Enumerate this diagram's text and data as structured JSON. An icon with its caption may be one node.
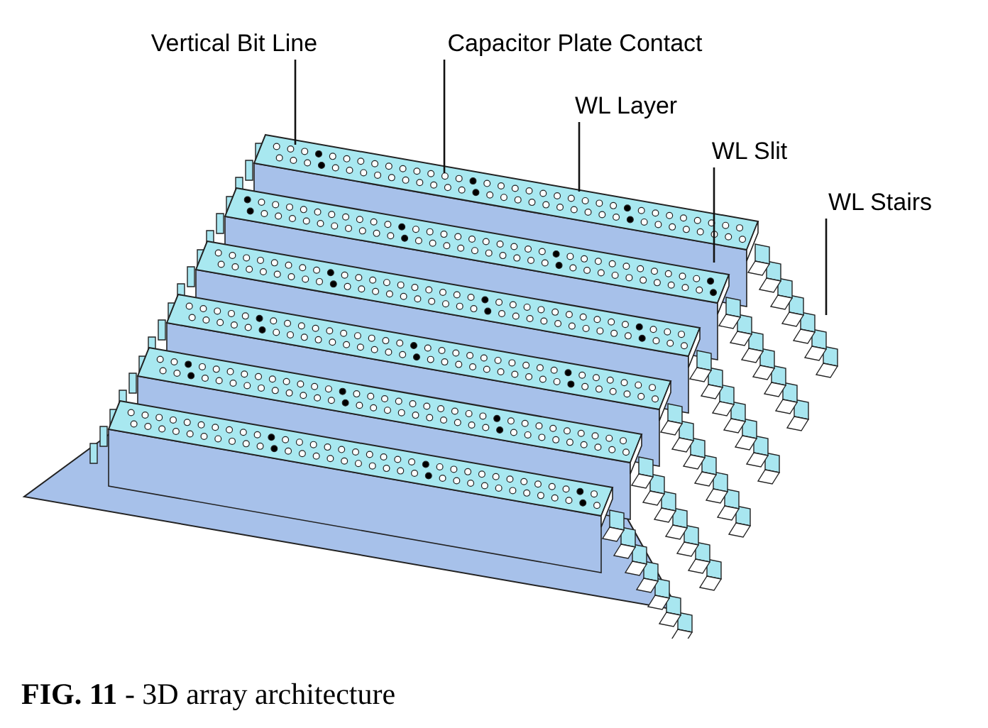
{
  "diagram": {
    "caption": "**FIG. 11** - 3D array architecture",
    "nodes": [
      {
        "text": [
          "Vertical Bit Line"
        ]
      },
      {
        "text": [
          "Capacitor Plate Contact"
        ]
      },
      {
        "text": [
          "WL Layer"
        ]
      },
      {
        "text": [
          "WL Slit"
        ]
      },
      {
        "text": [
          "WL Stairs"
        ]
      }
    ],
    "edges": [
      {
        "from": 0,
        "to": null,
        "arrow": "none"
      },
      {
        "from": 1,
        "to": null,
        "arrow": "none"
      },
      {
        "from": 2,
        "to": null,
        "arrow": "none"
      },
      {
        "from": 3,
        "to": null,
        "arrow": "none"
      },
      {
        "from": 4,
        "to": null,
        "arrow": "none"
      }
    ]
  }
}
